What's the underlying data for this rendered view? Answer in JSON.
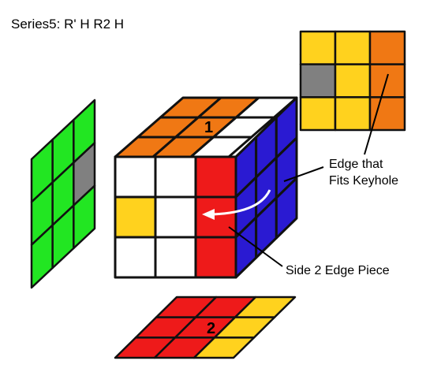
{
  "title": "Series5:  R' H R2 H",
  "labels": {
    "top_face_number": "1",
    "bottom_face_number": "2",
    "callout_keyhole_line1": "Edge that",
    "callout_keyhole_line2": "Fits Keyhole",
    "callout_side2": "Side 2 Edge Piece"
  },
  "colors": {
    "white": "#ffffff",
    "orange": "#f07814",
    "yellow": "#ffd21e",
    "gray": "#808080",
    "green": "#22e622",
    "red": "#ee1a1a",
    "blue": "#2a1ad2",
    "arrow": "#ffffff"
  },
  "faces": {
    "cube_top": [
      [
        "orange",
        "orange",
        "white"
      ],
      [
        "orange",
        "orange",
        "white"
      ],
      [
        "orange",
        "orange",
        "white"
      ]
    ],
    "cube_front": [
      [
        "white",
        "white",
        "red"
      ],
      [
        "yellow",
        "white",
        "red"
      ],
      [
        "white",
        "white",
        "red"
      ]
    ],
    "cube_right": [
      [
        "blue",
        "blue",
        "blue"
      ],
      [
        "blue",
        "blue",
        "blue"
      ],
      [
        "blue",
        "blue",
        "blue"
      ]
    ],
    "left_panel": [
      [
        "green",
        "green",
        "green"
      ],
      [
        "green",
        "green",
        "gray"
      ],
      [
        "green",
        "green",
        "green"
      ]
    ],
    "top_right_panel": [
      [
        "yellow",
        "yellow",
        "orange"
      ],
      [
        "gray",
        "yellow",
        "orange"
      ],
      [
        "yellow",
        "yellow",
        "orange"
      ]
    ],
    "bottom_panel": [
      [
        "red",
        "red",
        "yellow"
      ],
      [
        "red",
        "red",
        "yellow"
      ],
      [
        "red",
        "red",
        "yellow"
      ]
    ]
  }
}
